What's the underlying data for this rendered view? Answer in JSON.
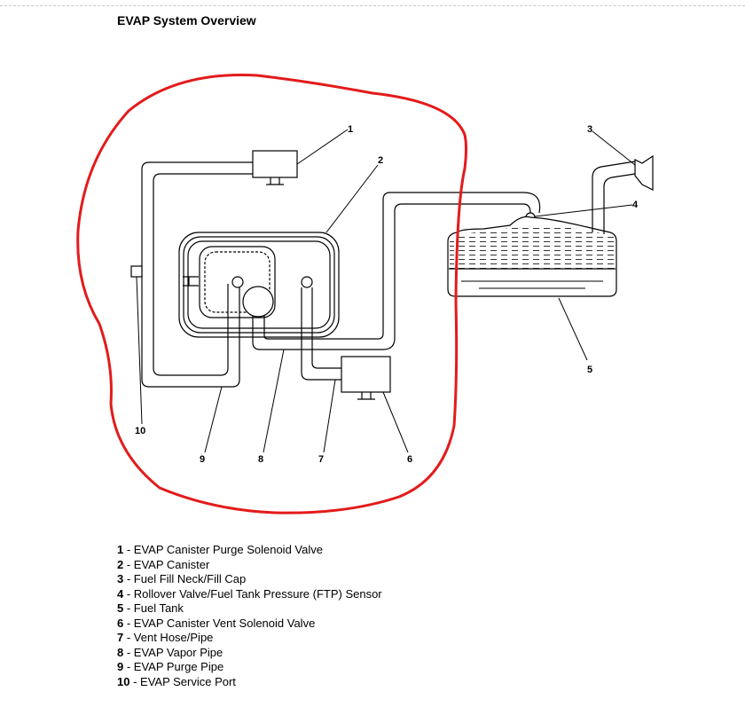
{
  "title": "EVAP System Overview",
  "callouts": [
    "1",
    "2",
    "3",
    "4",
    "5",
    "6",
    "7",
    "8",
    "9",
    "10"
  ],
  "legend": [
    {
      "num": "1",
      "label": " - EVAP Canister Purge Solenoid Valve"
    },
    {
      "num": "2",
      "label": " - EVAP Canister"
    },
    {
      "num": "3",
      "label": " - Fuel Fill Neck/Fill Cap"
    },
    {
      "num": "4",
      "label": " - Rollover Valve/Fuel Tank Pressure (FTP) Sensor"
    },
    {
      "num": "5",
      "label": " - Fuel Tank"
    },
    {
      "num": "6",
      "label": " - EVAP Canister Vent Solenoid Valve"
    },
    {
      "num": "7",
      "label": " - Vent Hose/Pipe"
    },
    {
      "num": "8",
      "label": " - EVAP Vapor Pipe"
    },
    {
      "num": "9",
      "label": " - EVAP Purge Pipe"
    },
    {
      "num": "10",
      "label": " - EVAP Service Port"
    }
  ],
  "colors": {
    "annotation": "#e31b1b",
    "line": "#000000"
  }
}
